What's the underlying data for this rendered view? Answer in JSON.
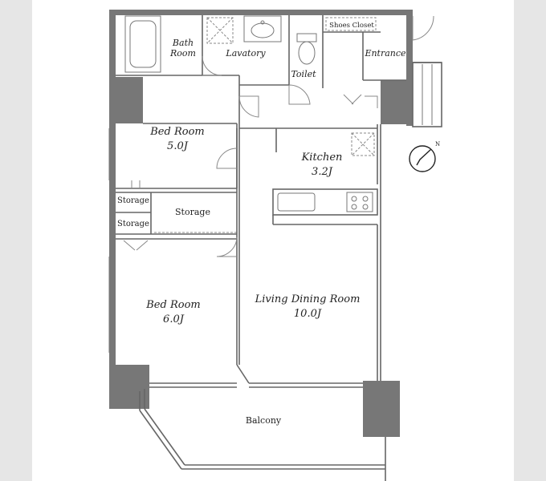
{
  "rooms": {
    "bath": "Bath",
    "bath2": "Room",
    "lavatory": "Lavatory",
    "toilet": "Toilet",
    "shoes_closet": "Shoes Closet",
    "entrance": "Entrance",
    "bedroom1": "Bed Room",
    "bedroom1_size": "5.0J",
    "kitchen": "Kitchen",
    "kitchen_size": "3.2J",
    "storage1": "Storage",
    "storage2": "Storage",
    "storage3": "Storage",
    "bedroom2": "Bed Room",
    "bedroom2_size": "6.0J",
    "living": "Living Dining Room",
    "living_size": "10.0J",
    "balcony": "Balcony"
  },
  "compass": {
    "label": "N"
  },
  "icons": [
    "north-arrow-icon",
    "bathtub-icon",
    "sink-icon",
    "toilet-icon",
    "stove-icon",
    "door-swing-icon"
  ]
}
